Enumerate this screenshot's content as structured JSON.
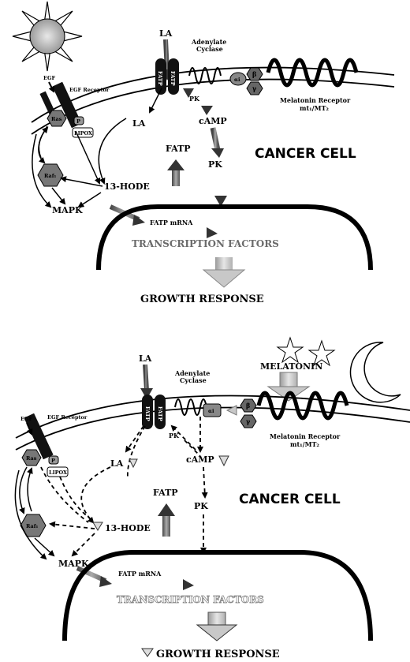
{
  "panel_top": {
    "la": "LA",
    "adenylate_1": "Adenylate",
    "adenylate_2": "Cyclase",
    "fatp": "FATP",
    "alpha": "αi",
    "beta": "β",
    "gamma": "γ",
    "receptor_line1": "Melatonin Receptor",
    "receptor_line2": "mt₁/MT₂",
    "egf": "EGF",
    "egf_receptor": "EGF Receptor",
    "ras": "Ras",
    "p": "P",
    "lipox": "LIPOX",
    "pk_small": "PK",
    "la_inner": "LA",
    "camp": "cAMP",
    "fatp_big": "FATP",
    "pk_big": "PK",
    "cancer_cell": "CANCER CELL",
    "raf": "Raf₁",
    "hode": "13-HODE",
    "mapk": "MAPK",
    "fatp_mrna": "FATP mRNA",
    "tf": "TRANSCRIPTION FACTORS",
    "growth": "GROWTH RESPONSE"
  },
  "panel_bottom": {
    "la": "LA",
    "adenylate_1": "Adenylate",
    "adenylate_2": "Cyclase",
    "fatp": "FATP",
    "alpha": "αi",
    "beta": "β",
    "gamma": "γ",
    "melatonin": "MELATONIN",
    "receptor_line1": "Melatonin Receptor",
    "receptor_line2": "mt₁/MT₂",
    "egf": "EGF",
    "egf_receptor": "EGF Receptor",
    "ras": "Ras",
    "p": "P",
    "lipox": "LIPOX",
    "pk_small": "PK",
    "la_inner": "LA",
    "camp": "cAMP",
    "fatp_big": "FATP",
    "pk_big": "PK",
    "cancer_cell": "CANCER CELL",
    "raf": "Raf₁",
    "hode": "13-HODE",
    "mapk": "MAPK",
    "fatp_mrna": "FATP mRNA",
    "tf": "TRANSCRIPTION FACTORS",
    "growth": "GROWTH RESPONSE"
  },
  "colors": {
    "ink": "#000000",
    "gray_arrow": "#8a8a8a",
    "light_arrow": "#d0d0d0",
    "sun": "#b0b0b0"
  },
  "icons": [
    "sun-icon",
    "moon-icon",
    "star-icon"
  ]
}
